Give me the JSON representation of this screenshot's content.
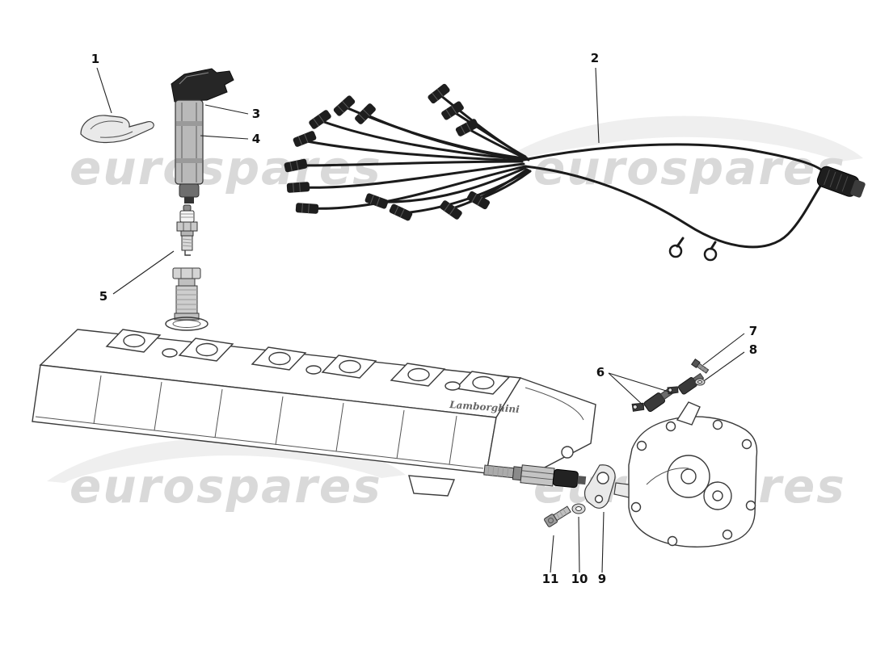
{
  "watermark": {
    "text": "eurospares",
    "color": "#d9d9d9"
  },
  "cover": {
    "script": "Lamborghini"
  },
  "callouts": [
    {
      "label": "1"
    },
    {
      "label": "2"
    },
    {
      "label": "3"
    },
    {
      "label": "4"
    },
    {
      "label": "5"
    },
    {
      "label": "6"
    },
    {
      "label": "7"
    },
    {
      "label": "8"
    },
    {
      "label": "9"
    },
    {
      "label": "10"
    },
    {
      "label": "11"
    }
  ],
  "colors": {
    "line": "#2b2b2b",
    "cable": "#1b1b1b"
  }
}
